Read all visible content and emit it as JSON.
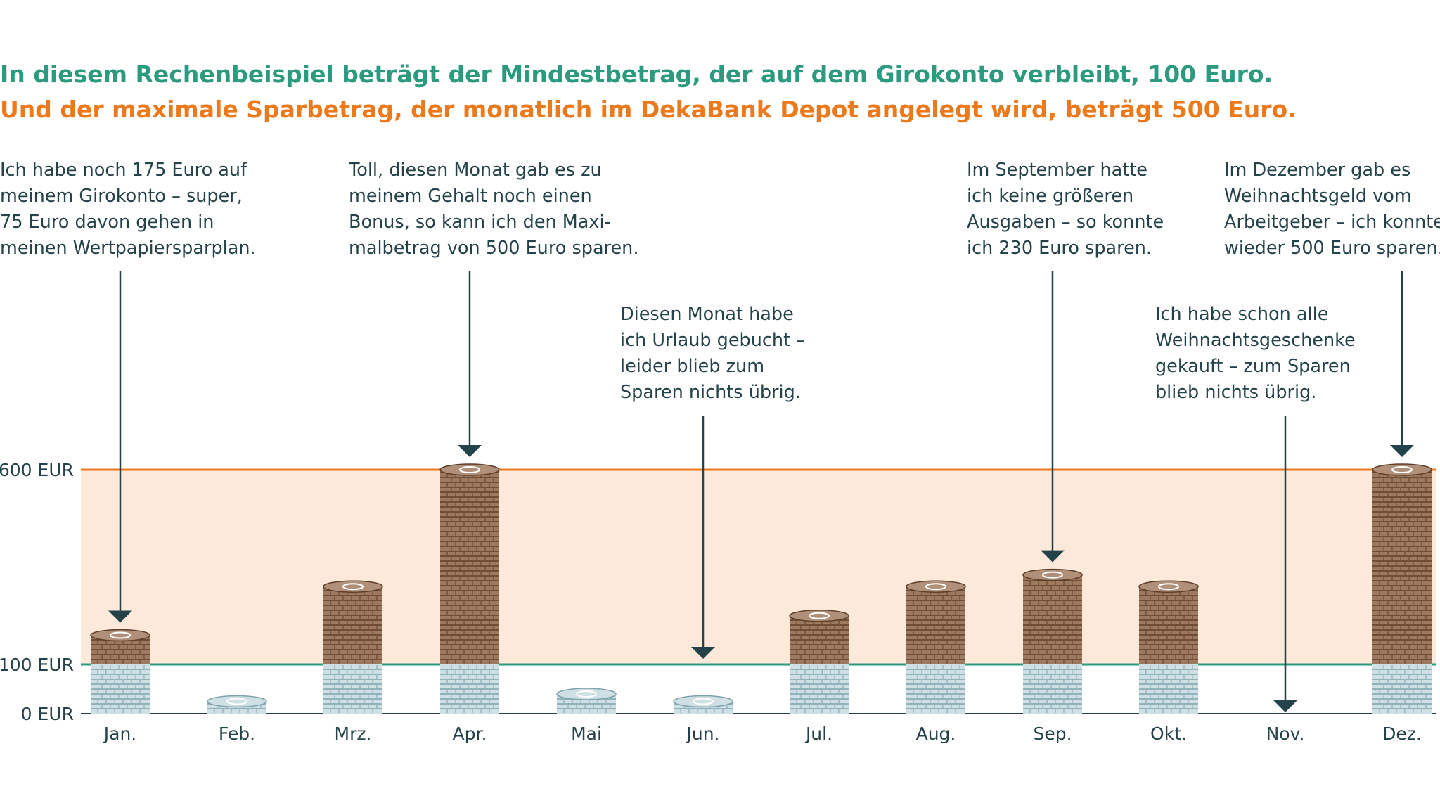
{
  "headline": {
    "line1": "In diesem Rechenbeispiel beträgt der Mindestbetrag, der auf dem Girokonto verbleibt, 100 Euro.",
    "line2": "Und der maximale Sparbetrag, der monatlich im DekaBank Depot angelegt wird, beträgt 500 Euro."
  },
  "colors": {
    "green": "#2b9a7e",
    "orange": "#ec7a1c",
    "band": "#fce9d9",
    "text": "#24424a",
    "coin_silver": "#cfe0e5",
    "coin_silver_edge": "#7ea2ad",
    "coin_bronze": "#9d7a5f",
    "coin_bronze_edge": "#5e3f2a"
  },
  "chart_data": {
    "type": "bar",
    "unit": "EUR",
    "categories": [
      "Jan.",
      "Feb.",
      "Mrz.",
      "Apr.",
      "Mai",
      "Jun.",
      "Jul.",
      "Aug.",
      "Sep.",
      "Okt.",
      "Nov.",
      "Dez."
    ],
    "series": [
      {
        "style": "silver",
        "values": [
          100,
          25,
          100,
          100,
          40,
          25,
          100,
          100,
          100,
          100,
          0,
          100
        ]
      },
      {
        "style": "bronze",
        "values": [
          75,
          0,
          200,
          500,
          0,
          0,
          125,
          200,
          230,
          200,
          0,
          500
        ]
      }
    ],
    "ylim": [
      0,
      600
    ],
    "yticks": [
      {
        "value": 0,
        "label": "0 EUR"
      },
      {
        "value": 100,
        "label": "100 EUR"
      },
      {
        "value": 600,
        "label": "600 EUR"
      }
    ],
    "reference_lines": [
      {
        "value": 100,
        "color": "#2b9a7e"
      },
      {
        "value": 600,
        "color": "#ec7a1c"
      }
    ],
    "annotations": [
      {
        "month": "Jan.",
        "target": "top",
        "lines": [
          "Ich habe noch 175 Euro auf",
          "meinem Girokonto – super,",
          "75 Euro davon gehen in",
          "meinen Wertpapiersparplan."
        ]
      },
      {
        "month": "Apr.",
        "target": "top",
        "lines": [
          "Toll, diesen Monat gab es zu",
          "meinem Gehalt noch einen",
          "Bonus, so kann ich den Maxi-",
          "malbetrag von 500 Euro sparen."
        ]
      },
      {
        "month": "Jun.",
        "target": "min",
        "lines": [
          "Diesen Monat habe",
          "ich Urlaub gebucht –",
          "leider blieb zum",
          "Sparen nichts übrig."
        ]
      },
      {
        "month": "Sep.",
        "target": "top",
        "lines": [
          "Im September hatte",
          "ich keine größeren",
          "Ausgaben – so konnte",
          "ich 230 Euro sparen."
        ]
      },
      {
        "month": "Nov.",
        "target": "base",
        "lines": [
          "Ich habe schon alle",
          "Weihnachtsgeschenke",
          "gekauft – zum Sparen",
          "blieb nichts übrig."
        ]
      },
      {
        "month": "Dez.",
        "target": "top",
        "lines": [
          "Im Dezember gab es",
          "Weihnachtsgeld vom",
          "Arbeitgeber – ich konnte",
          "wieder 500 Euro sparen."
        ]
      }
    ]
  }
}
